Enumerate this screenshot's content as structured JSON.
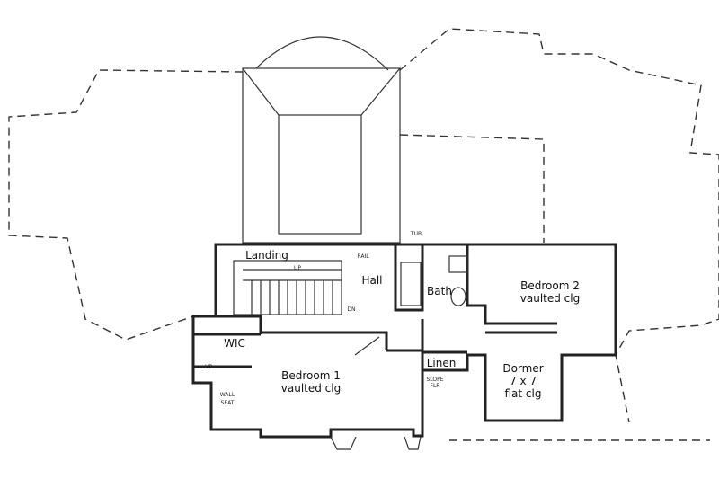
{
  "plan": {
    "rooms": {
      "landing": "Landing",
      "hall": "Hall",
      "bath": "Bath",
      "bedroom2": {
        "name": "Bedroom 2",
        "note": "vaulted clg"
      },
      "wic": "WIC",
      "bedroom1": {
        "name": "Bedroom 1",
        "note": "vaulted clg"
      },
      "linen": "Linen",
      "dormer": {
        "name": "Dormer",
        "size": "7 x 7",
        "note": "flat clg"
      }
    },
    "annotations": {
      "up": "UP",
      "rail": "RAIL",
      "dn": "DN",
      "tub": "TUB",
      "slope": "SLOPE",
      "flr": "FLR",
      "wall": "WALL",
      "seat": "SEAT"
    }
  }
}
